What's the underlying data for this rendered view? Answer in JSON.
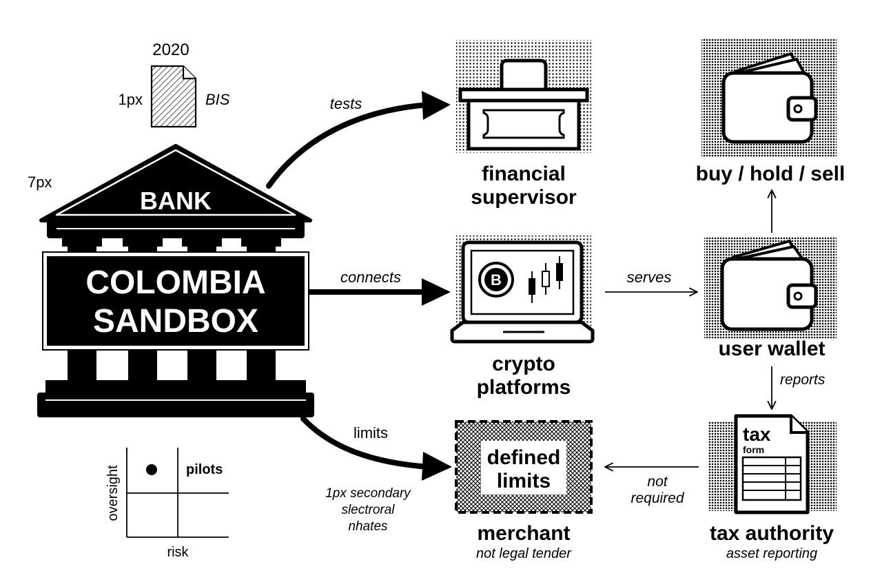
{
  "doc": {
    "year": "2020",
    "left_note": "1px",
    "right_note": "BIS",
    "side_note": "7px"
  },
  "bank": {
    "roof_label": "BANK",
    "banner_line1": "COLOMBIA",
    "banner_line2": "SANDBOX"
  },
  "edges": {
    "tests": "tests",
    "connects": "connects",
    "limits": "limits",
    "serves": "serves",
    "reports": "reports",
    "not_required_line1": "not",
    "not_required_line2": "required",
    "secondary_line1": "1px secondary",
    "secondary_line2": "slectroral",
    "secondary_line3": "nhates"
  },
  "nodes": {
    "supervisor": {
      "line1": "financial",
      "line2": "supervisor"
    },
    "buy_hold_sell": {
      "label": "buy / hold / sell"
    },
    "crypto": {
      "line1": "crypto",
      "line2": "platforms"
    },
    "user_wallet": {
      "label": "user wallet"
    },
    "merchant": {
      "box_line1": "defined",
      "box_line2": "limits",
      "label": "merchant",
      "sub": "not legal tender"
    },
    "tax": {
      "form_title": "tax",
      "form_sub": "form",
      "label": "tax authority",
      "sub": "asset reporting"
    }
  },
  "quadrant": {
    "ylabel": "oversight",
    "xlabel": "risk",
    "point_label": "pilots"
  },
  "icons": {
    "bitcoin": "B"
  }
}
